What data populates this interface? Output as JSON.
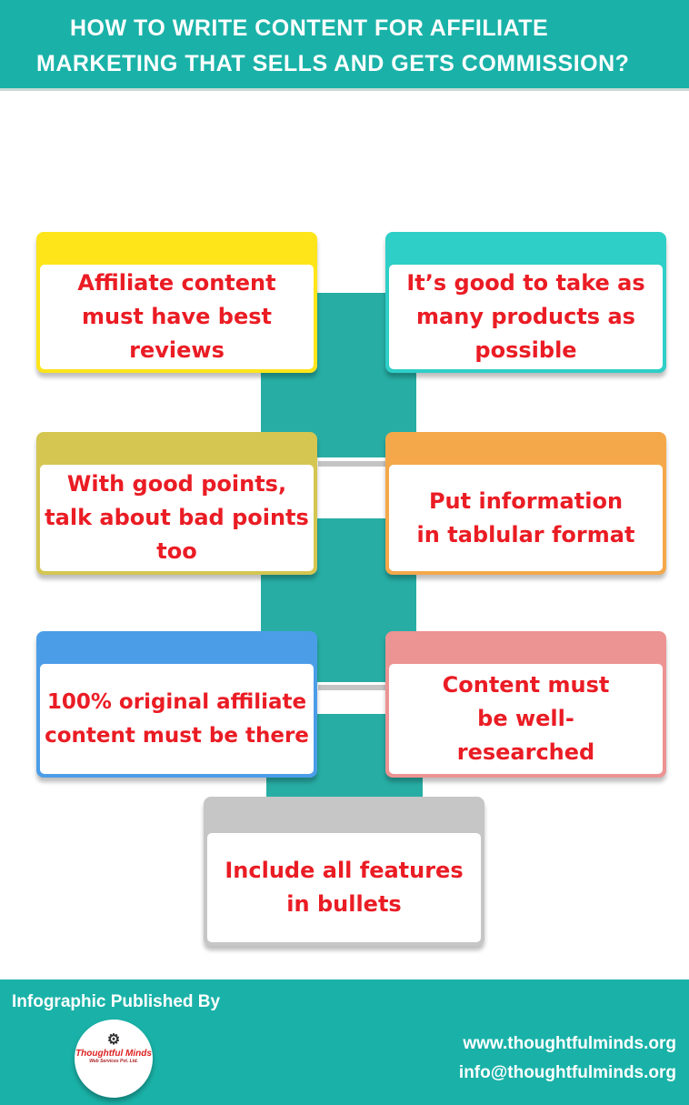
{
  "header": {
    "title_line1": "HOW TO WRITE CONTENT FOR AFFILIATE",
    "title_line2": "MARKETING THAT SELLS AND GETS COMMISSION?"
  },
  "cards": [
    {
      "text": "Affiliate content must have best reviews",
      "color": "#fde51a"
    },
    {
      "text": "It’s good to take as many products as possible",
      "color": "#2ecfc7"
    },
    {
      "text": "With good points, talk about bad points too",
      "color": "#d4c651"
    },
    {
      "text": "Put information in tablular format",
      "color": "#f4a84a"
    },
    {
      "text": "100% original affiliate content must be there",
      "color": "#4c9de8"
    },
    {
      "text": "Content must be well-researched",
      "color": "#ec9393"
    },
    {
      "text": "Include all features in bullets",
      "color": "#c6c6c6"
    }
  ],
  "footer": {
    "published_by": "Infographic Published By",
    "website": "www.thoughtfulminds.org",
    "email": "info@thoughtfulminds.org",
    "logo_name": "Thoughtful Minds",
    "logo_sub": "Web Services Pvt. Ltd."
  }
}
